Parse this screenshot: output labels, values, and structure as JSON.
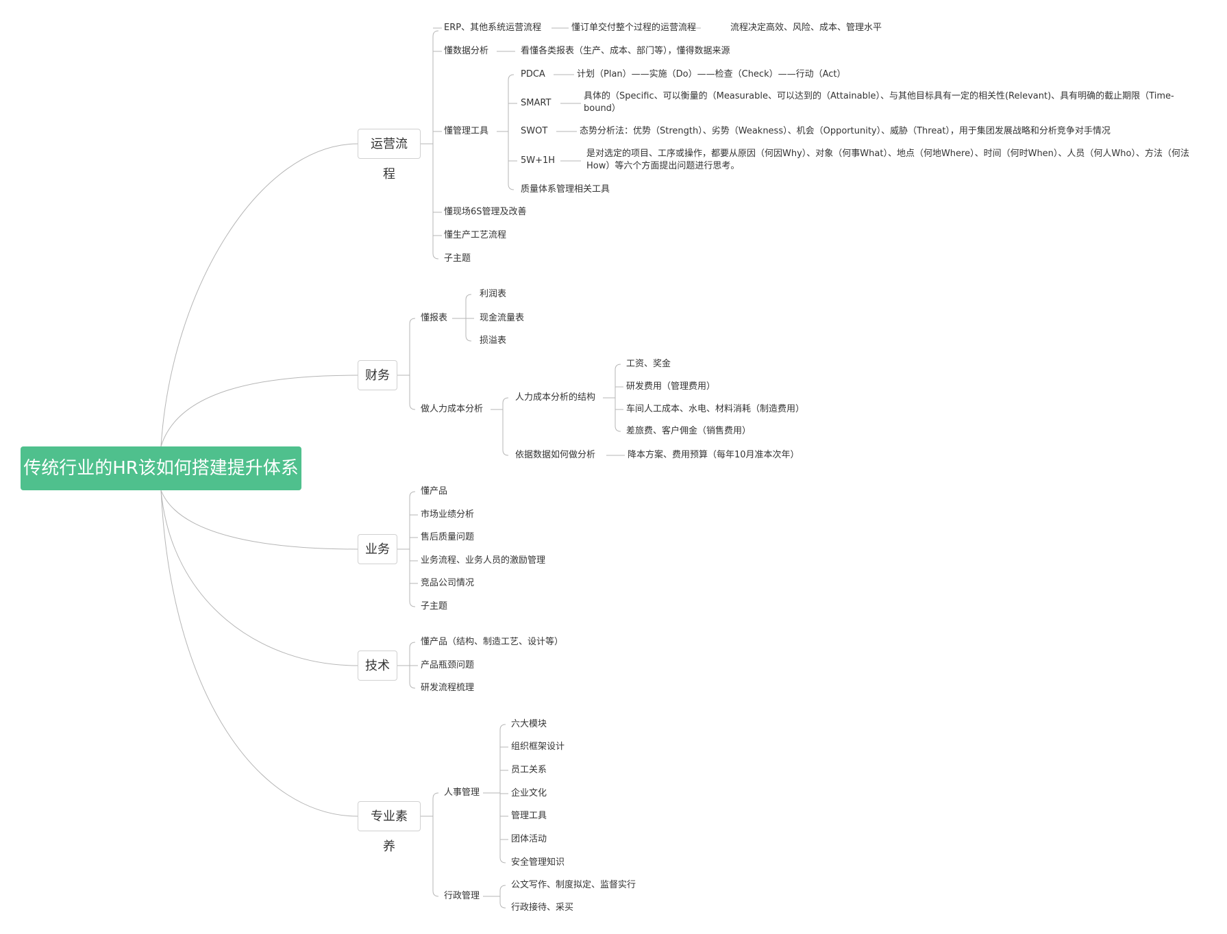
{
  "root": "传统行业的HR该如何搭建提升体系",
  "sections": {
    "ops": {
      "title": "运营流程",
      "erp": "ERP、其他系统运营流程",
      "erp_1": "懂订单交付整个过程的运营流程",
      "erp_2": "流程决定高效、风险、成本、管理水平",
      "data": "懂数据分析",
      "data_1": "看懂各类报表（生产、成本、部门等），懂得数据来源",
      "tools": "懂管理工具",
      "pdca": "PDCA",
      "pdca_1": "计划（Plan）——实施（Do）——检查（Check）——行动（Act）",
      "smart": "SMART",
      "smart_1": "具体的（Specific、可以衡量的（Measurable、可以达到的（Attainable）、与其他目标具有一定的相关性(Relevant)、具有明确的截止期限（Time-bound）",
      "swot": "SWOT",
      "swot_1": "态势分析法：优势（Strength）、劣势（Weakness）、机会（Opportunity）、威胁（Threat），用于集团发展战略和分析竞争对手情况",
      "w5h": "5W+1H",
      "w5h_1": "是对选定的项目、工序或操作，都要从原因（何因Why）、对象（何事What）、地点（何地Where）、时间（何时When）、人员（何人Who）、方法（何法How）等六个方面提出问题进行思考。",
      "quality": "质量体系管理相关工具",
      "six_s": "懂现场6S管理及改善",
      "process": "懂生产工艺流程",
      "sub": "子主题"
    },
    "finance": {
      "title": "财务",
      "reports": "懂报表",
      "r1": "利润表",
      "r2": "现金流量表",
      "r3": "损溢表",
      "hr_cost": "做人力成本分析",
      "structure": "人力成本分析的结构",
      "s1": "工资、奖金",
      "s2": "研发费用（管理费用）",
      "s3": "车间人工成本、水电、材料消耗（制造费用）",
      "s4": "差旅费、客户佣金（销售费用）",
      "by_data": "依据数据如何做分析",
      "by_data_1": "降本方案、费用预算（每年10月准本次年）"
    },
    "business": {
      "title": "业务",
      "items": [
        "懂产品",
        "市场业绩分析",
        "售后质量问题",
        "业务流程、业务人员的激励管理",
        "竞品公司情况",
        "子主题"
      ]
    },
    "tech": {
      "title": "技术",
      "items": [
        "懂产品（结构、制造工艺、设计等）",
        "产品瓶颈问题",
        "研发流程梳理"
      ]
    },
    "pro": {
      "title": "专业素养",
      "hr": "人事管理",
      "hr_items": [
        "六大模块",
        "组织框架设计",
        "员工关系",
        "企业文化",
        "管理工具",
        "团体活动",
        "安全管理知识"
      ],
      "admin": "行政管理",
      "admin_items": [
        "公文写作、制度拟定、监督实行",
        "行政接待、采买"
      ]
    }
  },
  "colors": {
    "root_fill": "#4fc08d",
    "line": "#aaaaaa",
    "border": "#d0d0d0"
  }
}
